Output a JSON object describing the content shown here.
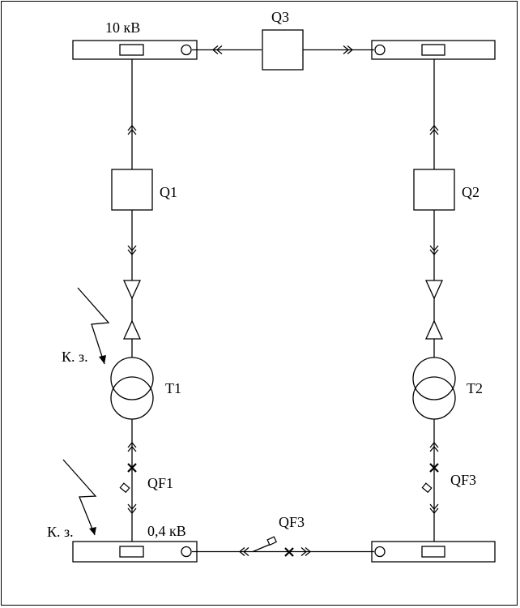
{
  "labels": {
    "bus_hv": "10 кВ",
    "bus_lv": "0,4 кВ",
    "q3": "Q3",
    "q1": "Q1",
    "q2": "Q2",
    "t1": "T1",
    "t2": "T2",
    "qf1": "QF1",
    "qf3_right": "QF3",
    "qf3_bottom": "QF3",
    "kz_upper": "К. з.",
    "kz_lower": "К. з."
  }
}
